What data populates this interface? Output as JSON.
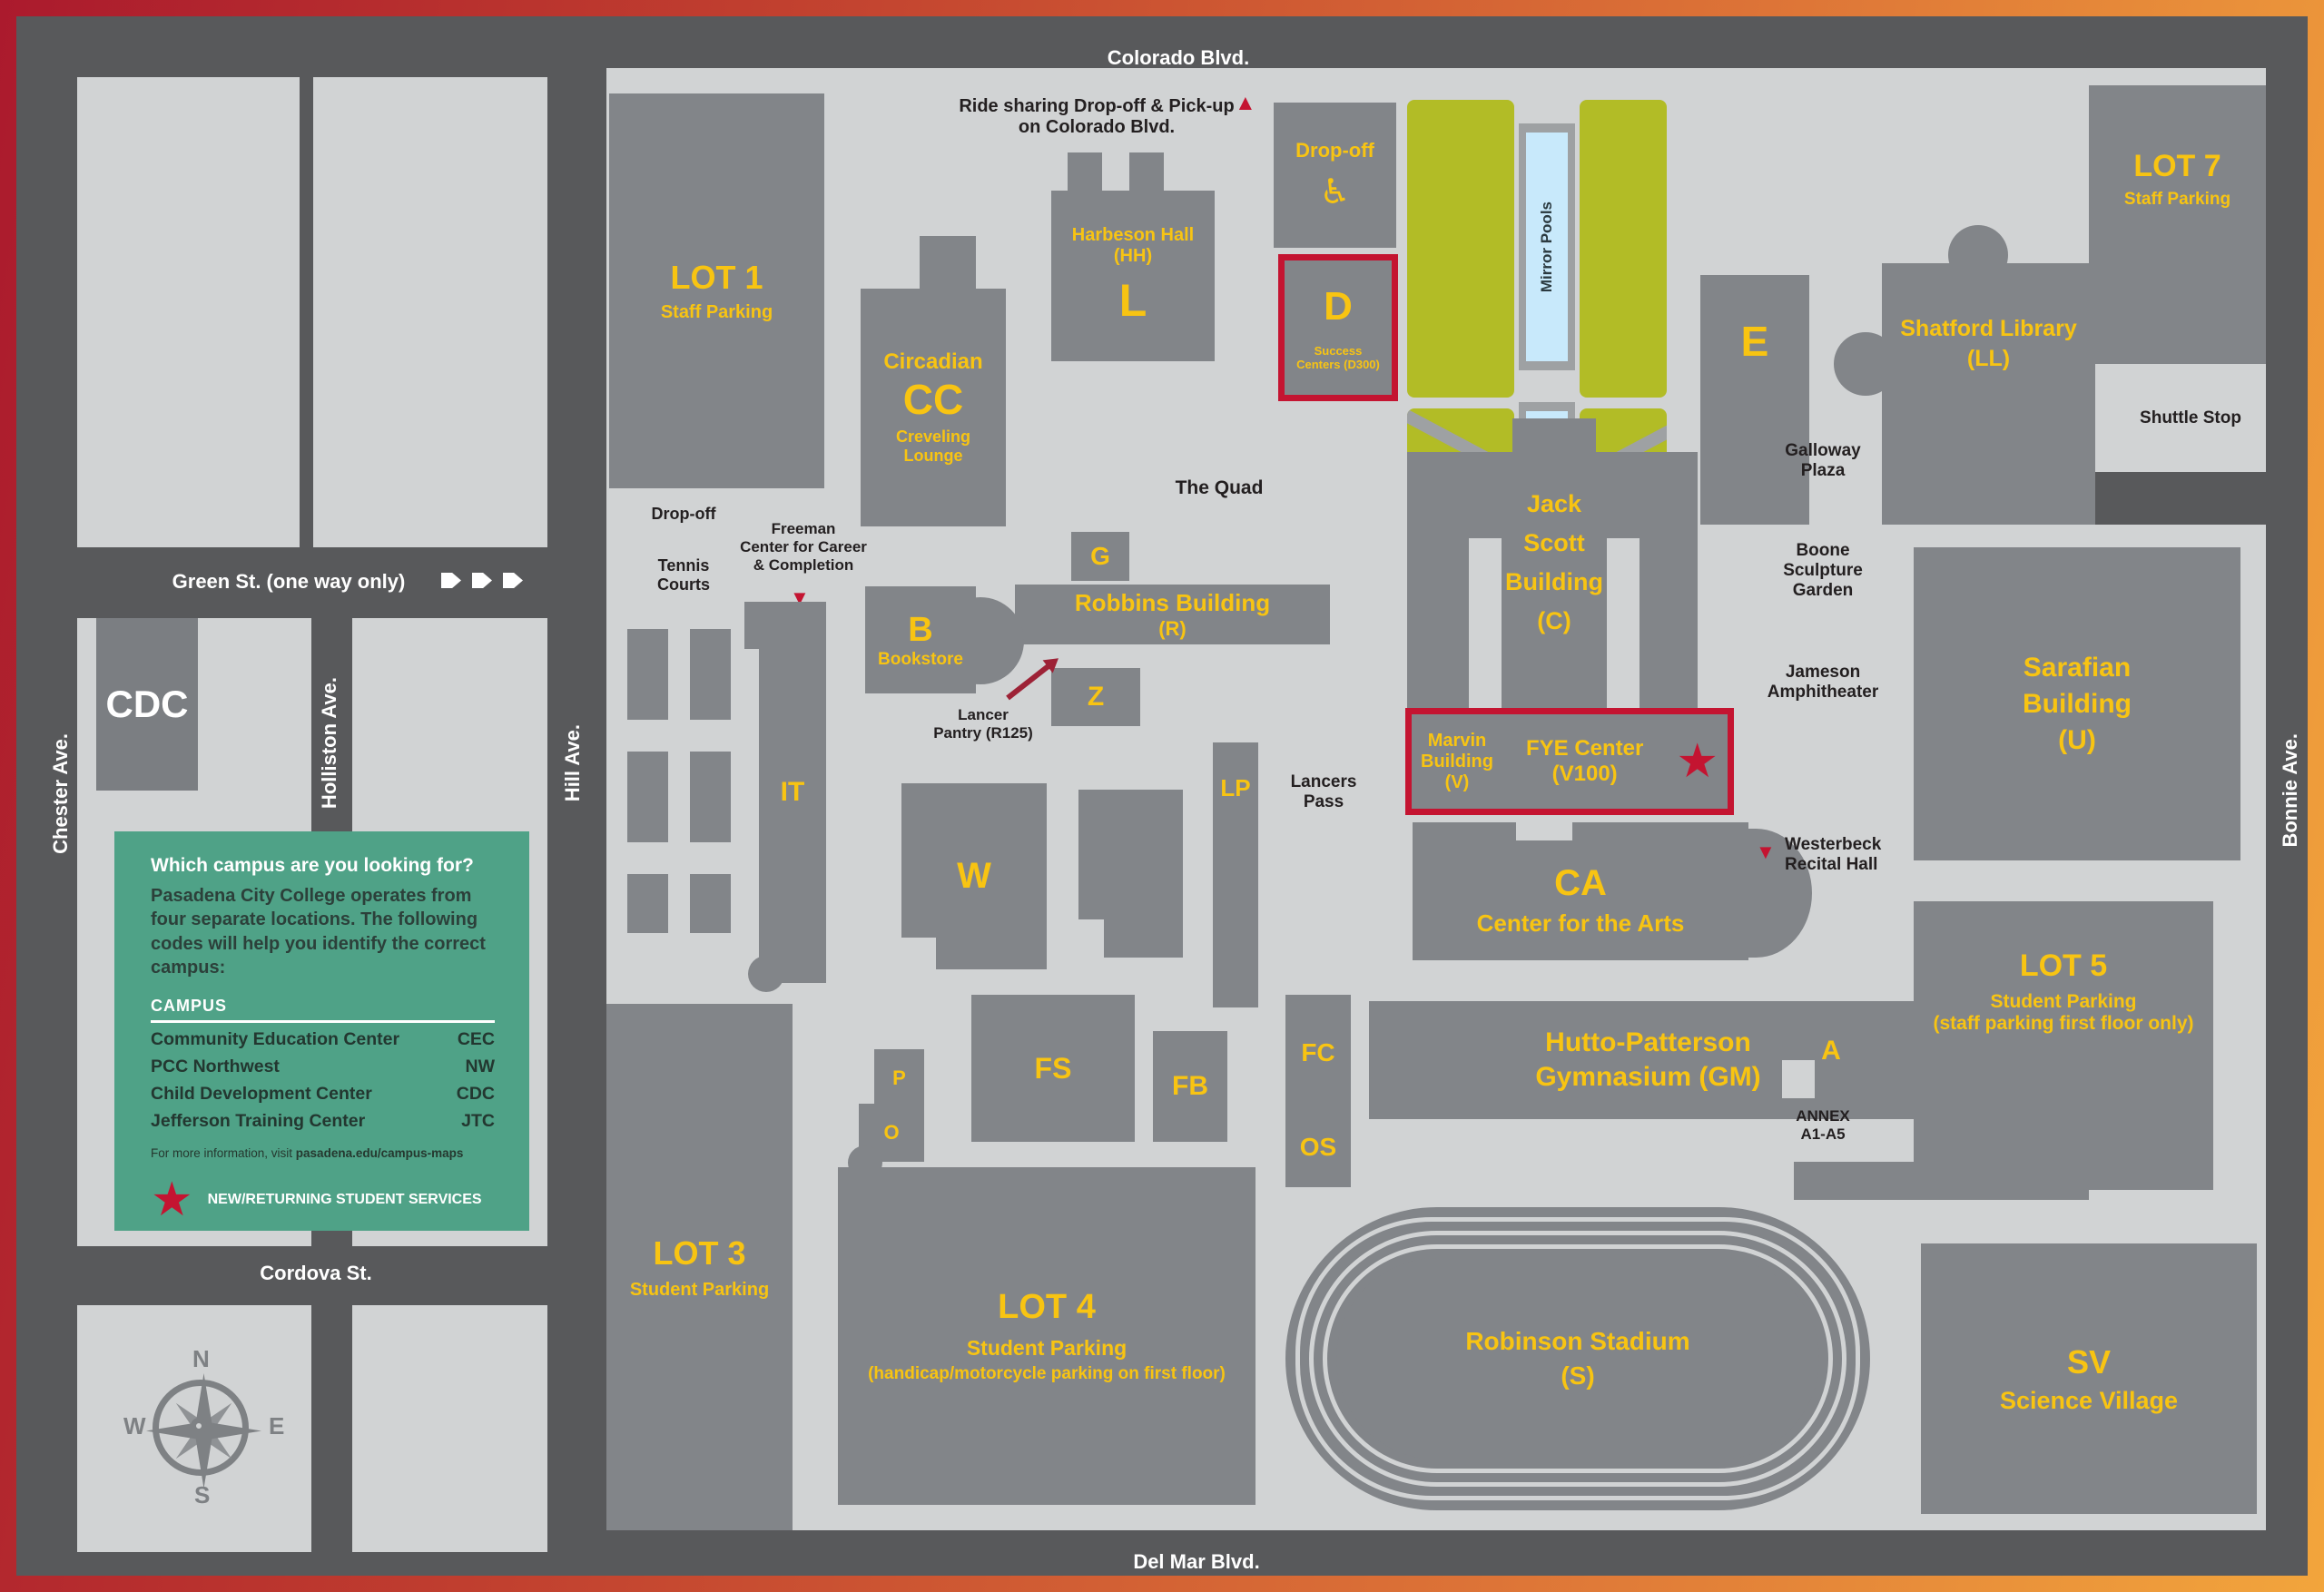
{
  "colors": {
    "border_red": "#ab1a2d",
    "border_orange": "#f2a53c",
    "street_gray": "#58595b",
    "block_light": "#d1d3d4",
    "building_gray": "#828589",
    "accent_yellow": "#f8c412",
    "accent_red": "#c41431",
    "landscape_green": "#b2bc26",
    "pool_blue": "#c8e9fb",
    "info_teal": "#4fa287"
  },
  "streets": {
    "colorado": "Colorado Blvd.",
    "green": "Green St. (one way only)",
    "cordova": "Cordova St.",
    "del_mar": "Del Mar Blvd.",
    "chester": "Chester Ave.",
    "holliston": "Holliston Ave.",
    "hill": "Hill Ave.",
    "bonnie": "Bonnie Ave."
  },
  "icons": {
    "marker_up": "▲",
    "marker_down": "▼",
    "star": "★",
    "wheelchair": "♿"
  },
  "annotations": {
    "ride_share": [
      "Ride sharing Drop-off & Pick-up",
      "on Colorado Blvd."
    ],
    "drop_off_street": "Drop-off",
    "tennis": [
      "Tennis",
      "Courts"
    ],
    "freeman": [
      "Freeman",
      "Center for Career",
      "& Completion"
    ],
    "lancer_pantry": [
      "Lancer",
      "Pantry (R125)"
    ],
    "quad": "The Quad",
    "galloway": [
      "Galloway",
      "Plaza"
    ],
    "boone": [
      "Boone",
      "Sculpture",
      "Garden"
    ],
    "jameson": [
      "Jameson",
      "Amphitheater"
    ],
    "westerbeck": [
      "Westerbeck",
      "Recital Hall"
    ],
    "shuttle": "Shuttle Stop",
    "lancers_pass": [
      "Lancers",
      "Pass"
    ],
    "annex": [
      "ANNEX",
      "A1-A5"
    ],
    "mirror_pools": "Mirror Pools"
  },
  "buildings": {
    "lot1": [
      "LOT 1",
      "Staff Parking"
    ],
    "cdc": "CDC",
    "cc": [
      "Circadian",
      "CC",
      "Creveling",
      "Lounge"
    ],
    "harbeson": [
      "Harbeson Hall",
      "(HH)",
      "L"
    ],
    "dropoff": "Drop-off",
    "d": [
      "D",
      "Success",
      "Centers (D300)"
    ],
    "e": "E",
    "shatford": [
      "Shatford Library",
      "(LL)"
    ],
    "lot7": [
      "LOT 7",
      "Staff Parking"
    ],
    "jack_scott": [
      "Jack",
      "Scott",
      "Building",
      "(C)"
    ],
    "g": "G",
    "robbins": [
      "Robbins Building",
      "(R)"
    ],
    "z": "Z",
    "b": [
      "B",
      "Bookstore"
    ],
    "it": "IT",
    "w": "W",
    "lp": "LP",
    "marvin": [
      "Marvin",
      "Building",
      "(V)"
    ],
    "fye": [
      "FYE Center",
      "(V100)"
    ],
    "ca": [
      "CA",
      "Center for the Arts"
    ],
    "hutto": [
      "Hutto-Patterson",
      "Gymnasium (GM)"
    ],
    "a": "A",
    "fs": "FS",
    "fb": "FB",
    "fc": "FC",
    "os": "OS",
    "p": "P",
    "o": "O",
    "stadium": [
      "Robinson Stadium",
      "(S)"
    ],
    "sv": [
      "SV",
      "Science Village"
    ],
    "sarafian": [
      "Sarafian",
      "Building",
      "(U)"
    ],
    "lot3": [
      "LOT 3",
      "Student Parking"
    ],
    "lot4": [
      "LOT 4",
      "Student Parking",
      "(handicap/motorcycle parking on first floor)"
    ],
    "lot5": [
      "LOT 5",
      "Student Parking",
      "(staff parking first floor only)"
    ]
  },
  "info_box": {
    "heading": "Which campus are you looking for?",
    "body": "Pasadena City College operates from four separate locations. The following codes will help you identify the correct campus:",
    "table_header": "CAMPUS",
    "campuses": [
      {
        "name": "Community Education Center",
        "code": "CEC"
      },
      {
        "name": "PCC Northwest",
        "code": "NW"
      },
      {
        "name": "Child Development Center",
        "code": "CDC"
      },
      {
        "name": "Jefferson Training Center",
        "code": "JTC"
      }
    ],
    "footnote_prefix": "For more information, visit ",
    "footnote_link": "pasadena.edu/campus-maps",
    "legend": "NEW/RETURNING STUDENT SERVICES"
  },
  "compass": {
    "n": "N",
    "e": "E",
    "s": "S",
    "w": "W"
  }
}
